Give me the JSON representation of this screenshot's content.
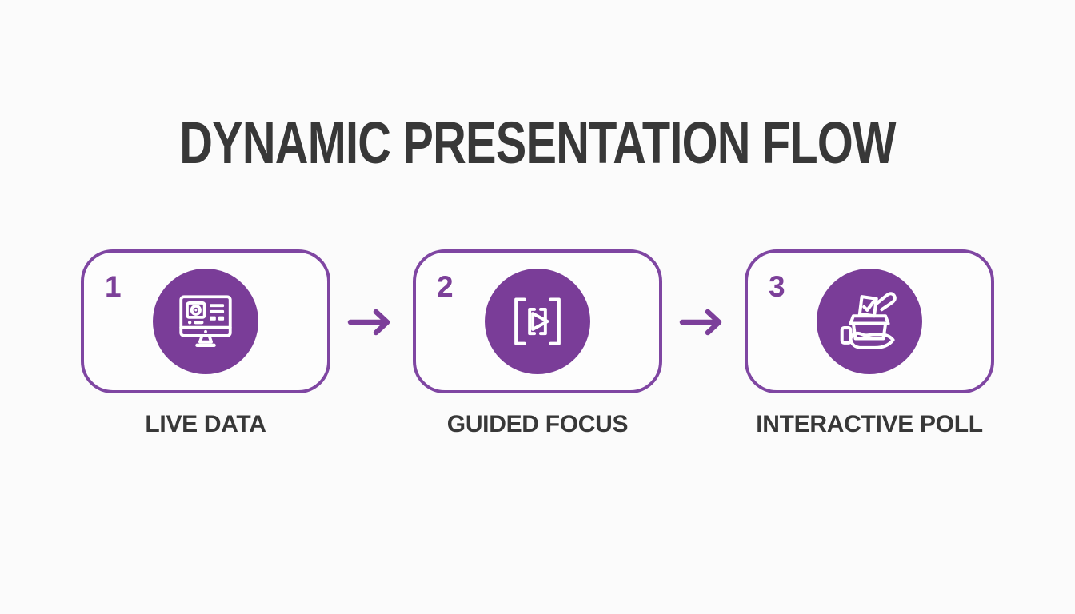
{
  "title": "DYNAMIC PRESENTATION FLOW",
  "colors": {
    "background": "#fbfbfb",
    "card_background": "#fdfdfd",
    "purple_fill": "#7a3d98",
    "purple_border": "#7f46a2",
    "step_number": "#7c4099",
    "arrow": "#7c3f9a",
    "heading_text": "#383838",
    "label_text": "#383838",
    "icon_stroke": "#ffffff"
  },
  "steps": [
    {
      "number": "1",
      "label": "LIVE DATA",
      "icon": "monitor-dashboard-icon"
    },
    {
      "number": "2",
      "label": "GUIDED FOCUS",
      "icon": "play-brackets-icon"
    },
    {
      "number": "3",
      "label": "INTERACTIVE POLL",
      "icon": "ballot-box-hand-icon"
    }
  ],
  "arrows": [
    {
      "direction": "right"
    },
    {
      "direction": "right"
    }
  ]
}
